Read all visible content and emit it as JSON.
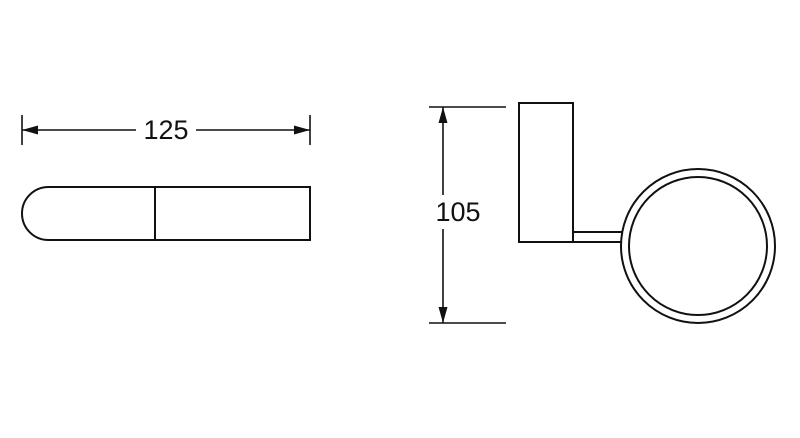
{
  "page": {
    "background": "#ffffff",
    "line_color": "#111111"
  },
  "views": {
    "top_view": {
      "name": "top-view-of-holder",
      "dimension_width": {
        "value": "125"
      }
    },
    "side_view": {
      "name": "side-view-of-holder",
      "dimension_height": {
        "value": "105"
      }
    }
  }
}
